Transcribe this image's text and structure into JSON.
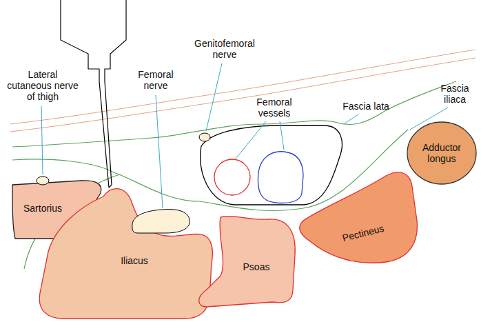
{
  "diagram": {
    "nodes": [
      {
        "text": [
          "Sartorius"
        ]
      },
      {
        "text": [
          "Iliacus"
        ]
      },
      {
        "text": [
          "Psoas"
        ]
      },
      {
        "text": [
          "Pectineus"
        ]
      },
      {
        "text": [
          "Adductor longus"
        ]
      }
    ],
    "labels": [
      "Lateral cutaneous nerve of thigh",
      "Femoral nerve",
      "Genitofemoral nerve",
      "Femoral vessels",
      "Fascia lata",
      "Fascia iliaca"
    ]
  }
}
